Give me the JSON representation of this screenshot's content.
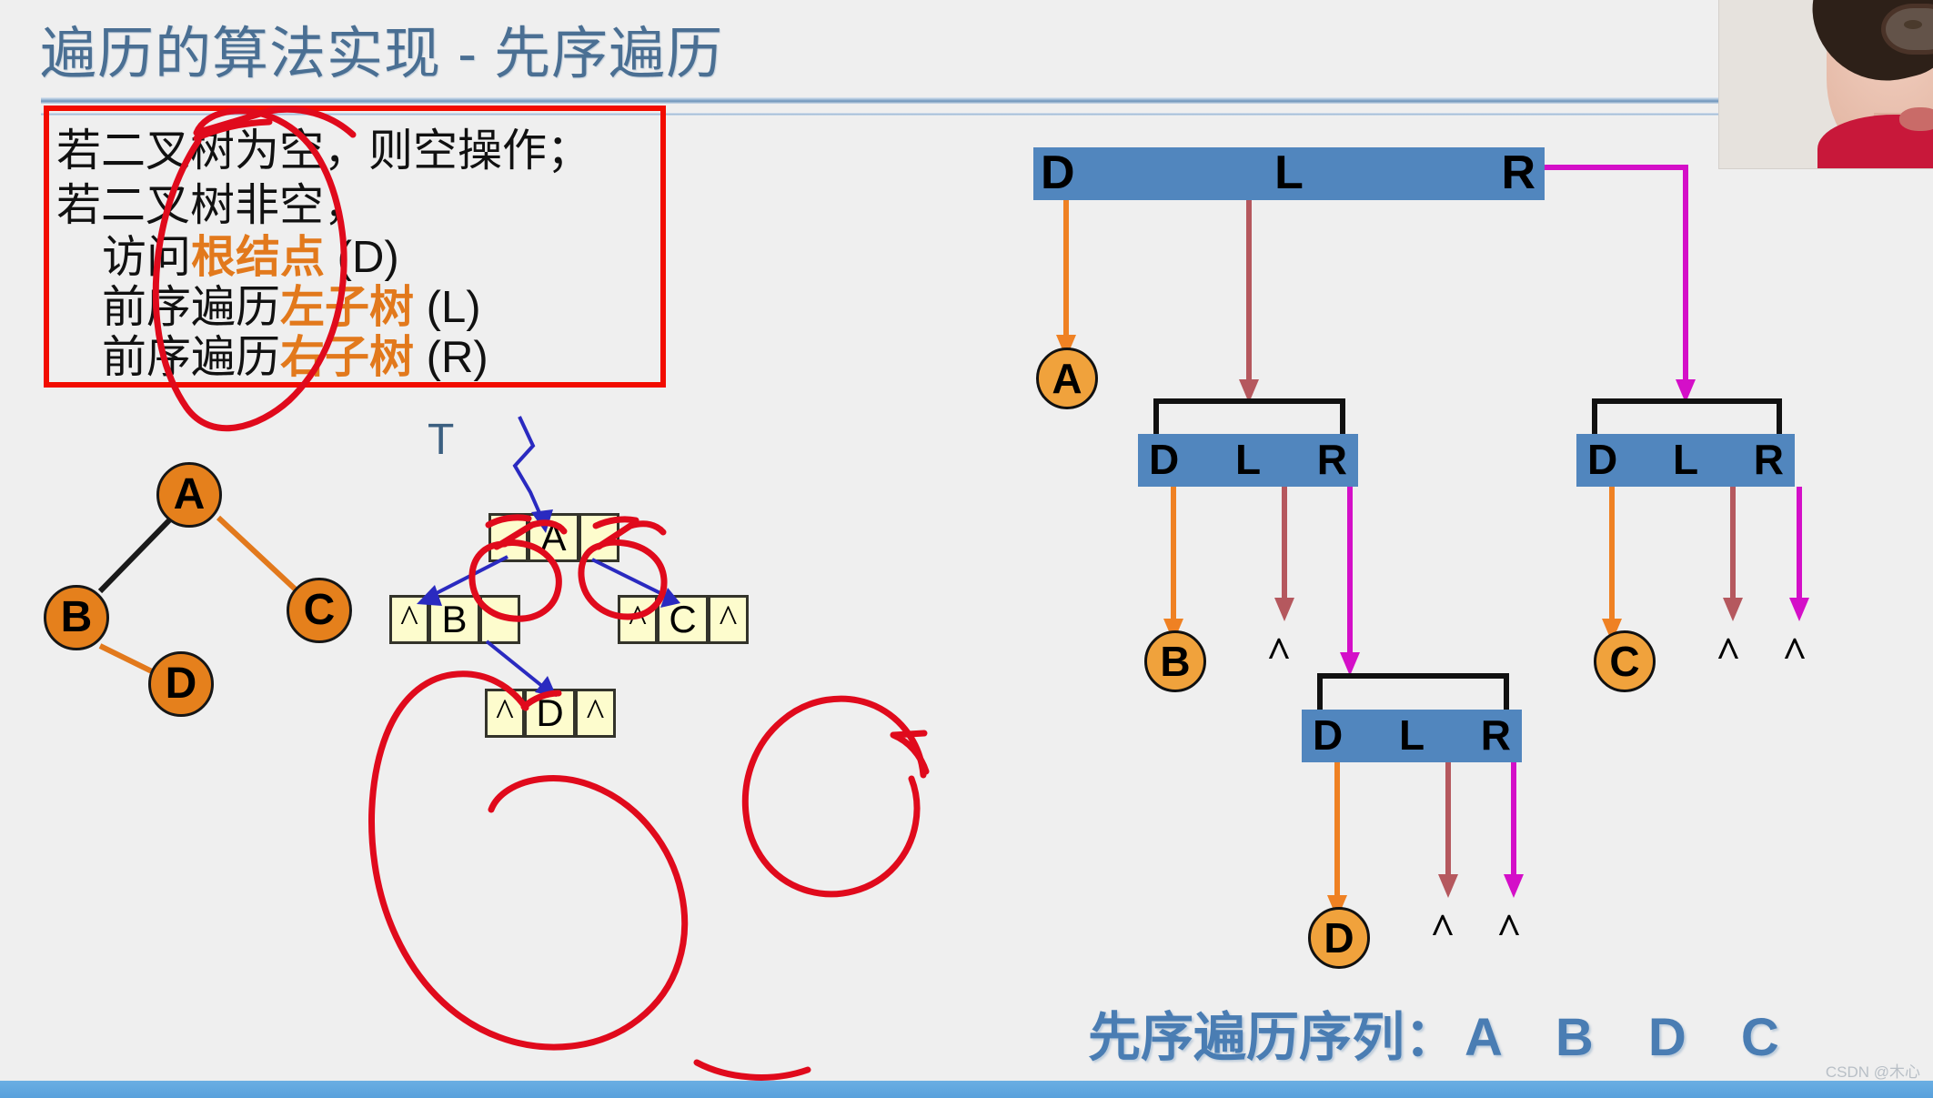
{
  "slide": {
    "title": "遍历的算法实现 - 先序遍历",
    "title_color": "#4a6f93",
    "background_color": "#efefef",
    "watermark": "CSDN @木心"
  },
  "rule_box": {
    "border_color": "#f20c00",
    "highlight_color": "#e2791c",
    "lines": [
      {
        "text": "若二叉树为空，则空操作；",
        "highlight": ""
      },
      {
        "text": "若二叉树非空，",
        "highlight": ""
      },
      {
        "pre": "访问",
        "highlight": "根结点",
        "post": " (D)"
      },
      {
        "pre": "前序遍历",
        "highlight": "左子树",
        "post": " (L)"
      },
      {
        "pre": "前序遍历",
        "highlight": "右子树",
        "post": " (R)"
      }
    ]
  },
  "binary_tree": {
    "label": "T",
    "node_fill": "#e5801c",
    "nodes": [
      {
        "id": "A",
        "label": "A"
      },
      {
        "id": "B",
        "label": "B"
      },
      {
        "id": "C",
        "label": "C"
      },
      {
        "id": "D",
        "label": "D"
      }
    ],
    "edges": [
      {
        "from": "A",
        "to": "B",
        "color": "#1a1a1a"
      },
      {
        "from": "A",
        "to": "C",
        "color": "#e2791c"
      },
      {
        "from": "B",
        "to": "D",
        "color": "#e2791c"
      }
    ]
  },
  "linked_nodes": {
    "cell_fill": "#fdfccd",
    "nil_glyph": "^",
    "nodes": [
      {
        "id": "A",
        "left": "",
        "data": "A",
        "right": ""
      },
      {
        "id": "B",
        "left": "^",
        "data": "B",
        "right": ""
      },
      {
        "id": "C",
        "left": "^",
        "data": "C",
        "right": "^"
      },
      {
        "id": "D",
        "left": "^",
        "data": "D",
        "right": "^"
      }
    ]
  },
  "dlr_diagram": {
    "box_fill": "#5186be",
    "d_label": "D",
    "l_label": "L",
    "r_label": "R",
    "arrow_colors": {
      "d": "#ef8123",
      "l": "#b5585e",
      "r": "#d40fc8"
    },
    "circle_fill": "#f0a23c",
    "boxes": [
      {
        "id": "root",
        "d_target": "A",
        "l_target": "subtree-left",
        "r_target": "subtree-right"
      },
      {
        "id": "left1",
        "d_target": "B",
        "l_target": "^",
        "r_target": "subtree-left-right"
      },
      {
        "id": "right1",
        "d_target": "C",
        "l_target": "^",
        "r_target": "^"
      },
      {
        "id": "left1r",
        "d_target": "D",
        "l_target": "^",
        "r_target": "^"
      }
    ],
    "circles": [
      {
        "id": "A",
        "label": "A"
      },
      {
        "id": "B",
        "label": "B"
      },
      {
        "id": "C",
        "label": "C"
      },
      {
        "id": "D",
        "label": "D"
      }
    ],
    "nils": [
      "^",
      "^",
      "^",
      "^",
      "^"
    ]
  },
  "sequence": {
    "label": "先序遍历序列：",
    "letters": "A B D C",
    "color": "#4a7db3"
  },
  "annotations": {
    "ink_color": "#e00a1c",
    "pointer_color": "#2a2ac0"
  }
}
